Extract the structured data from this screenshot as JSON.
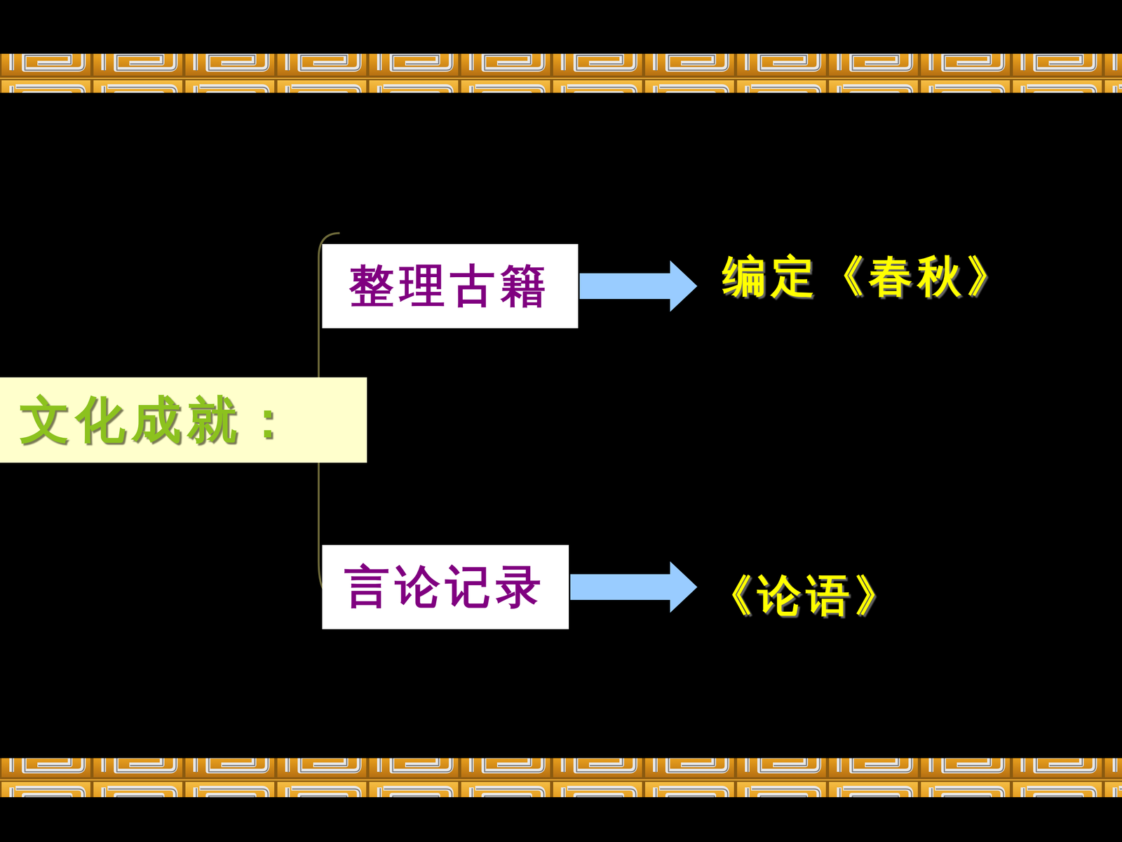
{
  "diagram": {
    "nodes": [
      {
        "text": [
          "文化成就："
        ]
      },
      {
        "text": [
          "整理古籍"
        ]
      },
      {
        "text": [
          "编定《春秋》"
        ]
      },
      {
        "text": [
          "言论记录"
        ]
      },
      {
        "text": [
          "《论语》"
        ]
      }
    ],
    "edges": [
      {
        "from": 1,
        "to": 2,
        "arrow": "to"
      },
      {
        "from": 3,
        "to": 4,
        "arrow": "to"
      }
    ]
  }
}
